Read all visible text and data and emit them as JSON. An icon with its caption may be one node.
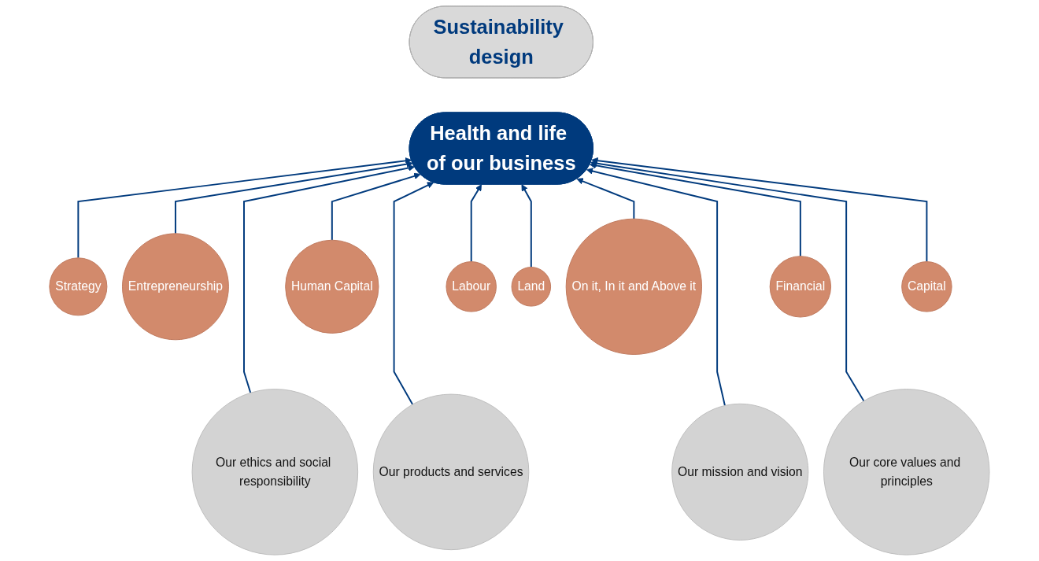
{
  "diagram": {
    "nodes": [
      {
        "text": [
          "Sustainability design"
        ]
      },
      {
        "text": [
          "Health and life of our business"
        ]
      },
      {
        "text": [
          "Strategy"
        ]
      },
      {
        "text": [
          "Entrepreneurship"
        ]
      },
      {
        "text": [
          "Human Capital"
        ]
      },
      {
        "text": [
          "Labour"
        ]
      },
      {
        "text": [
          "Financial"
        ]
      },
      {
        "text": [
          "Capital"
        ]
      },
      {
        "text": [
          "Land"
        ]
      },
      {
        "text": [
          "On it, In it and Above it"
        ]
      },
      {
        "text": [
          "Our ethics and social responsibility"
        ]
      },
      {
        "text": [
          "Our products and services"
        ]
      },
      {
        "text": [
          "Our mission and vision"
        ]
      },
      {
        "text": [
          "Our core values and principles"
        ]
      }
    ],
    "edges": [
      {
        "from": 2,
        "to": 1,
        "arrow": "to"
      },
      {
        "from": 3,
        "to": 1,
        "arrow": "to"
      },
      {
        "from": 4,
        "to": 1,
        "arrow": "to"
      },
      {
        "from": 5,
        "to": 1,
        "arrow": "to"
      },
      {
        "from": 6,
        "to": 1,
        "arrow": "to"
      },
      {
        "from": 7,
        "to": 1,
        "arrow": "to"
      },
      {
        "from": 8,
        "to": 1,
        "arrow": "to"
      },
      {
        "from": 9,
        "to": 1,
        "arrow": "to"
      },
      {
        "from": 10,
        "to": 1,
        "arrow": "to"
      },
      {
        "from": 11,
        "to": 1,
        "arrow": "to"
      },
      {
        "from": 12,
        "to": 1,
        "arrow": "to"
      },
      {
        "from": 13,
        "to": 1,
        "arrow": "to"
      }
    ]
  }
}
